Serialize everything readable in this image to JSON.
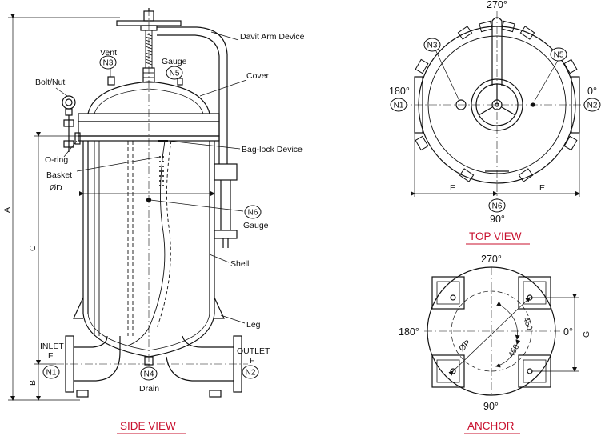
{
  "side_view": {
    "title": "SIDE VIEW",
    "labels": {
      "davit": "Davit Arm Device",
      "vent": "Vent",
      "gauge_top": "Gauge",
      "cover": "Cover",
      "bolt": "Bolt/Nut",
      "oring": "O-ring",
      "baglock": "Bag-lock Device",
      "basket": "Basket",
      "diameter": "ØD",
      "gauge_side": "Gauge",
      "shell": "Shell",
      "leg": "Leg",
      "inlet": "INLET",
      "inlet_f": "F",
      "outlet": "OUTLET",
      "outlet_f": "F",
      "drain": "Drain",
      "dim_a": "A",
      "dim_b": "B",
      "dim_c": "C"
    },
    "nozzles": {
      "n1": "N1",
      "n2": "N2",
      "n3": "N3",
      "n4": "N4",
      "n5": "N5",
      "n6": "N6"
    }
  },
  "top_view": {
    "title": "TOP VIEW",
    "angles": {
      "a270": "270°",
      "a180": "180°",
      "a0": "0°",
      "a90": "90°"
    },
    "nozzles": {
      "n1": "N1",
      "n2": "N2",
      "n3": "N3",
      "n5": "N5",
      "n6": "N6"
    },
    "dim_e_left": "E",
    "dim_e_right": "E"
  },
  "anchor": {
    "title": "ANCHOR",
    "angles": {
      "a270": "270°",
      "a180": "180°",
      "a0": "0°",
      "a90": "90°"
    },
    "dim_phi_p": "ØP",
    "dim_450_a": "450",
    "dim_450_b": "450",
    "dim_g": "G"
  }
}
